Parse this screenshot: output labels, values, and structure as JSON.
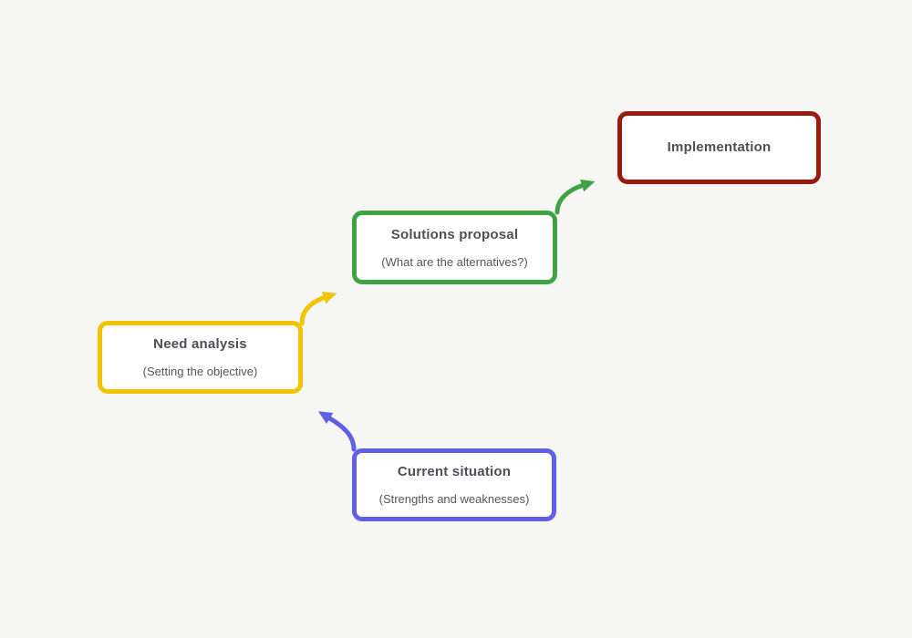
{
  "canvas": {
    "background_color": "#f6f6f4",
    "box_fill_color": "#ffffff",
    "title_text_color": "#4f4f57",
    "subtitle_text_color": "#55555b"
  },
  "diagram": {
    "steps": [
      {
        "id": "current-situation",
        "title": "Current situation",
        "subtitle": "(Strengths and weaknesses)",
        "color": "#5f5fe8"
      },
      {
        "id": "need-analysis",
        "title": "Need analysis",
        "subtitle": "(Setting the objective)",
        "color": "#f2c300"
      },
      {
        "id": "solutions-proposal",
        "title": "Solutions proposal",
        "subtitle": "(What are the alternatives?)",
        "color": "#3fa344"
      },
      {
        "id": "implementation",
        "title": "Implementation",
        "subtitle": "",
        "color": "#9a1b0e"
      }
    ],
    "arrows": [
      {
        "from": "current-situation",
        "to": "need-analysis",
        "color": "#5f5fe8"
      },
      {
        "from": "need-analysis",
        "to": "solutions-proposal",
        "color": "#f2c300"
      },
      {
        "from": "solutions-proposal",
        "to": "implementation",
        "color": "#3fa344"
      }
    ]
  }
}
